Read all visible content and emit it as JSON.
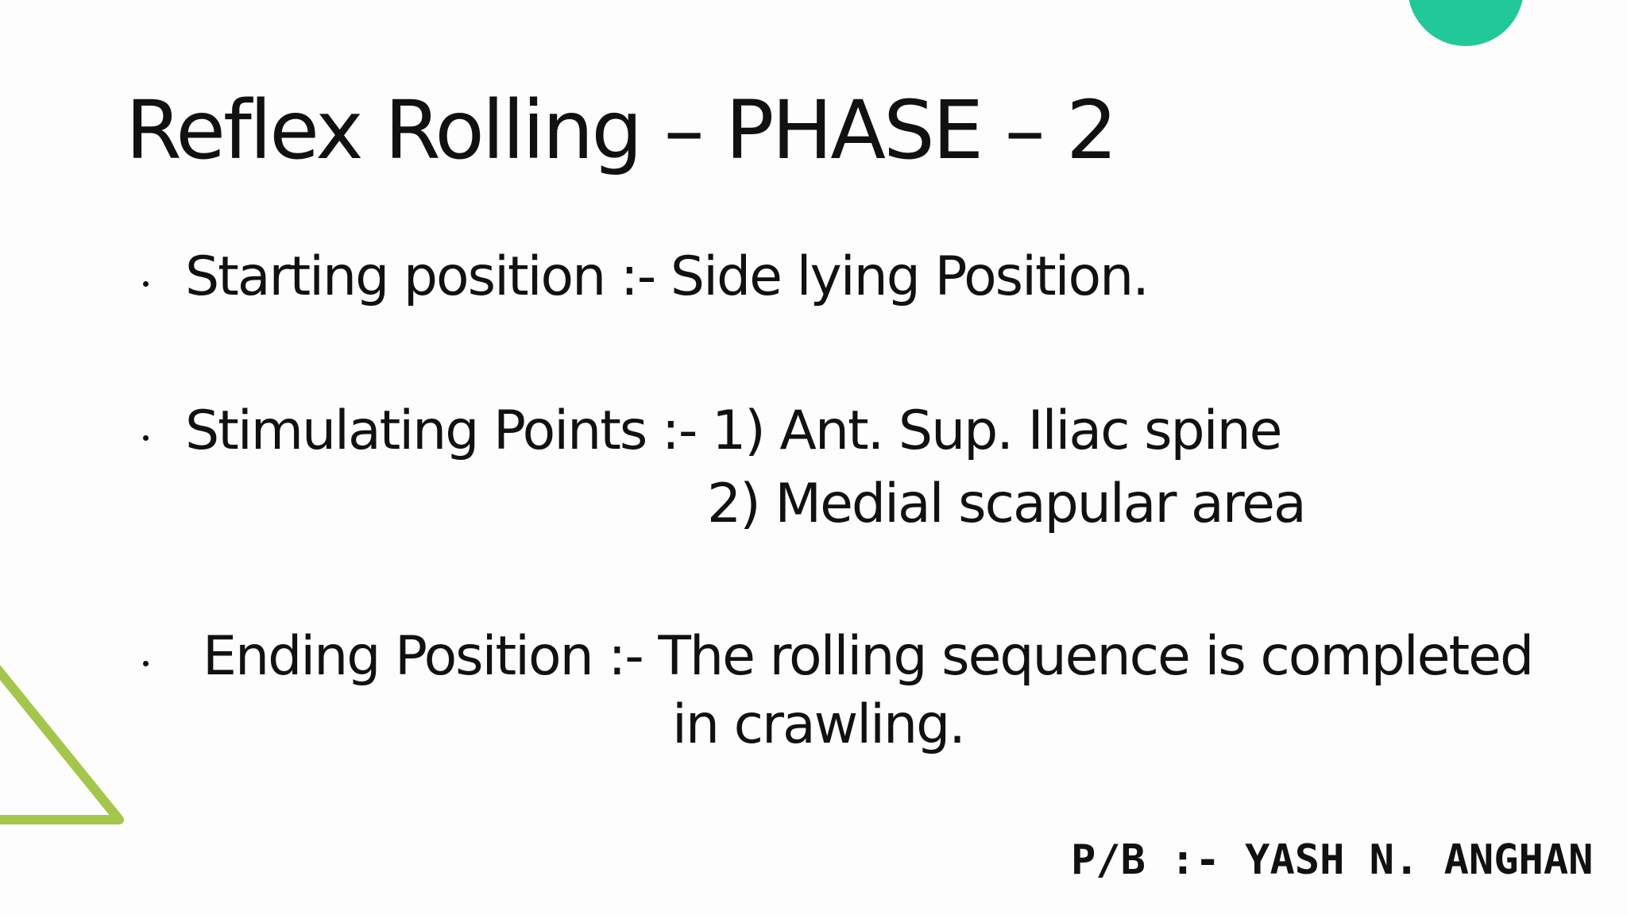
{
  "slide": {
    "title": "Reflex Rolling – PHASE – 2",
    "bullets": {
      "starting": "Starting position :- Side lying Position.",
      "stimulating_line1": "Stimulating Points :- 1)  Ant. Sup. Iliac spine",
      "stimulating_line2": "2) Medial scapular area",
      "ending_line1": "Ending Position :- The rolling sequence is completed",
      "ending_line2": "in crawling."
    },
    "footer": "P/B :-  YASH N.  ANGHAN"
  },
  "colors": {
    "circle": "#20c997",
    "triangle": "#a4c64a",
    "text": "#111111",
    "background": "#fdfdfd"
  }
}
